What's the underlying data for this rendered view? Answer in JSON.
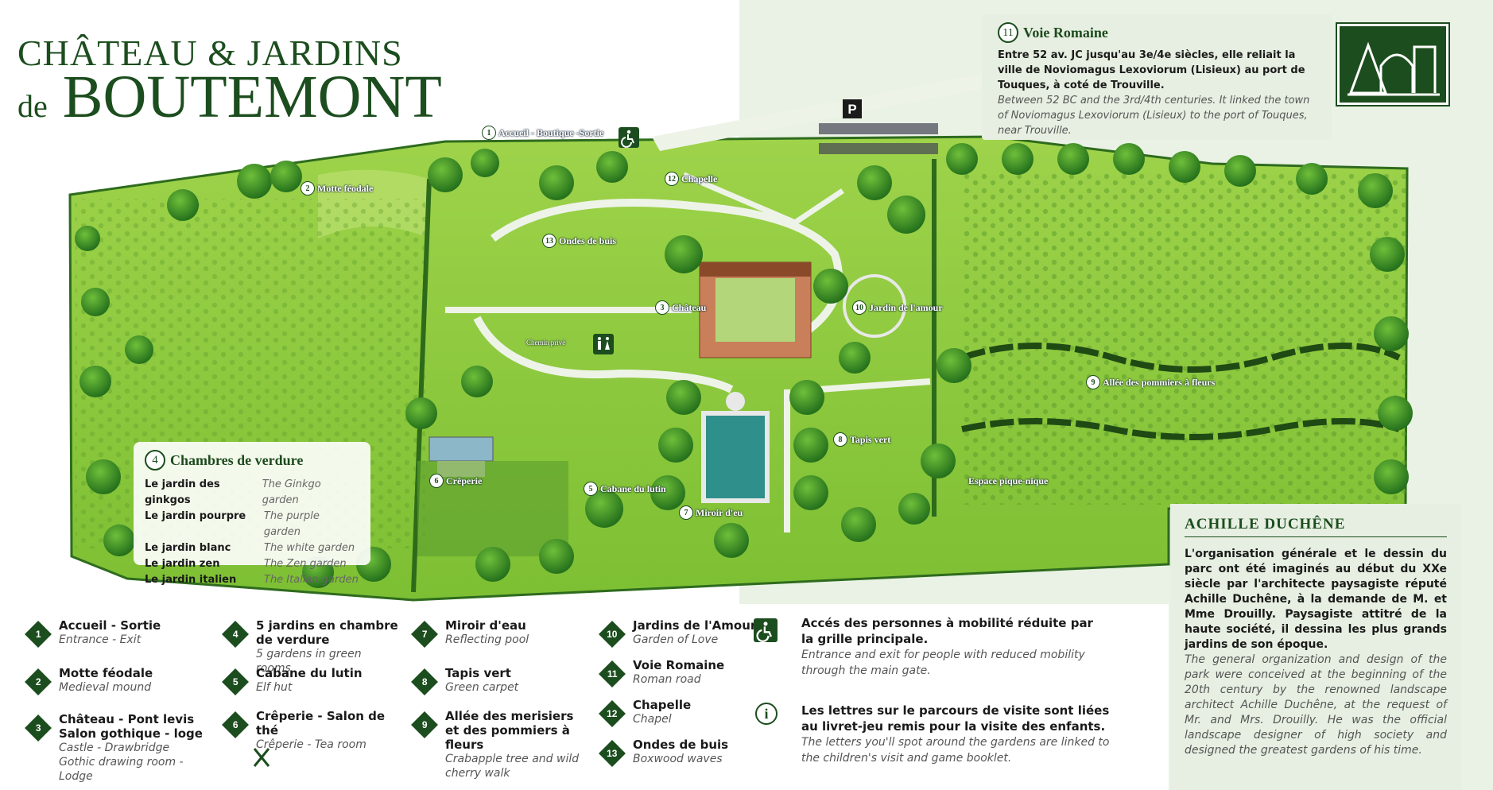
{
  "title": {
    "line1": "CHÂTEAU & JARDINS",
    "de": "de",
    "line2": "BOUTEMONT"
  },
  "voie_romaine": {
    "num": "11",
    "title": "Voie Romaine",
    "fr": "Entre 52 av. JC jusqu'au 3e/4e siècles, elle reliait la ville de Noviomagus Lexoviorum (Lisieux) au port de Touques, à coté de Trouville.",
    "en": "Between 52 BC and the 3rd/4th centuries. It linked the town of Noviomagus Lexoviorum (Lisieux) to the port of Touques, near Trouville."
  },
  "chambres": {
    "num": "4",
    "title": "Chambres de verdure",
    "rows": [
      {
        "fr": "Le jardin des ginkgos",
        "en": "The Ginkgo garden"
      },
      {
        "fr": "Le jardin pourpre",
        "en": "The purple garden"
      },
      {
        "fr": "Le jardin blanc",
        "en": "The white garden"
      },
      {
        "fr": "Le jardin zen",
        "en": "The Zen garden"
      },
      {
        "fr": "Le jardin italien",
        "en": "The Italian garden"
      }
    ]
  },
  "map_labels": [
    {
      "num": "1",
      "text": "Accueil - Boutique -Sortie"
    },
    {
      "num": "2",
      "text": "Motte féodale"
    },
    {
      "num": "12",
      "text": "Chapelle"
    },
    {
      "num": "13",
      "text": "Ondes de buis"
    },
    {
      "num": "3",
      "text": "Château"
    },
    {
      "num": "10",
      "text": "Jardin de l'amour"
    },
    {
      "num": "9",
      "text": "Allée des pommiers à fleurs"
    },
    {
      "num": "8",
      "text": "Tapis vert"
    },
    {
      "num": "6",
      "text": "Crêperie"
    },
    {
      "num": "5",
      "text": "Cabane du lutin"
    },
    {
      "num": "7",
      "text": "Miroir d'eu"
    },
    {
      "num": "",
      "text": "Espace pique-nique"
    },
    {
      "num": "",
      "text": "Chemin privé"
    }
  ],
  "parking": "P",
  "legend": [
    {
      "num": "1",
      "fr": "Accueil - Sortie",
      "en": [
        "Entrance - Exit"
      ]
    },
    {
      "num": "2",
      "fr": "Motte féodale",
      "en": [
        "Medieval mound"
      ]
    },
    {
      "num": "3",
      "fr": "Château - Pont levis Salon gothique - loge",
      "en": [
        "Castle - Drawbridge",
        "Gothic drawing room - Lodge"
      ]
    },
    {
      "num": "4",
      "fr": "5 jardins en chambre de verdure",
      "en": [
        "5 gardens in green rooms"
      ]
    },
    {
      "num": "5",
      "fr": "Cabane du lutin",
      "en": [
        "Elf hut"
      ]
    },
    {
      "num": "6",
      "fr": "Crêperie - Salon de thé",
      "en": [
        "Crêperie - Tea room"
      ]
    },
    {
      "num": "7",
      "fr": "Miroir d'eau",
      "en": [
        "Reflecting pool"
      ]
    },
    {
      "num": "8",
      "fr": "Tapis vert",
      "en": [
        "Green carpet"
      ]
    },
    {
      "num": "9",
      "fr": "Allée des merisiers et des pommiers à fleurs",
      "en": [
        "Crabapple tree and wild cherry walk"
      ]
    },
    {
      "num": "10",
      "fr": "Jardins de l'Amour",
      "en": [
        "Garden of Love"
      ]
    },
    {
      "num": "11",
      "fr": "Voie Romaine",
      "en": [
        "Roman road"
      ]
    },
    {
      "num": "12",
      "fr": "Chapelle",
      "en": [
        "Chapel"
      ]
    },
    {
      "num": "13",
      "fr": "Ondes de buis",
      "en": [
        "Boxwood waves"
      ]
    }
  ],
  "access": {
    "fr": "Accés des personnes à mobilité réduite par la grille principale.",
    "en": "Entrance and exit for people with reduced mobility through the main gate."
  },
  "info": {
    "symbol": "i",
    "fr": "Les lettres sur le parcours de visite sont liées au livret-jeu remis pour la visite des enfants.",
    "en": "The letters you'll spot around the gardens are linked to the children's visit and game booklet."
  },
  "achille": {
    "title": "ACHILLE DUCHÊNE",
    "fr": "L'organisation générale et le dessin du parc ont été imaginés au début du XXe siècle par l'architecte paysagiste réputé Achille Duchêne, à la demande de M. et Mme Drouilly. Paysagiste attitré de la haute société, il dessina les plus grands jardins de son époque.",
    "en": "The general organization and design of the park were conceived at the beginning of the 20th century by the renowned landscape architect Achille Duchêne, at the request of Mr. and Mrs. Drouilly. He was the official landscape designer of high society and designed the greatest gardens of his time."
  },
  "colors": {
    "dark_green": "#1c4d1e",
    "grass": "#8cc63f",
    "light_panel": "#e6efe1"
  }
}
